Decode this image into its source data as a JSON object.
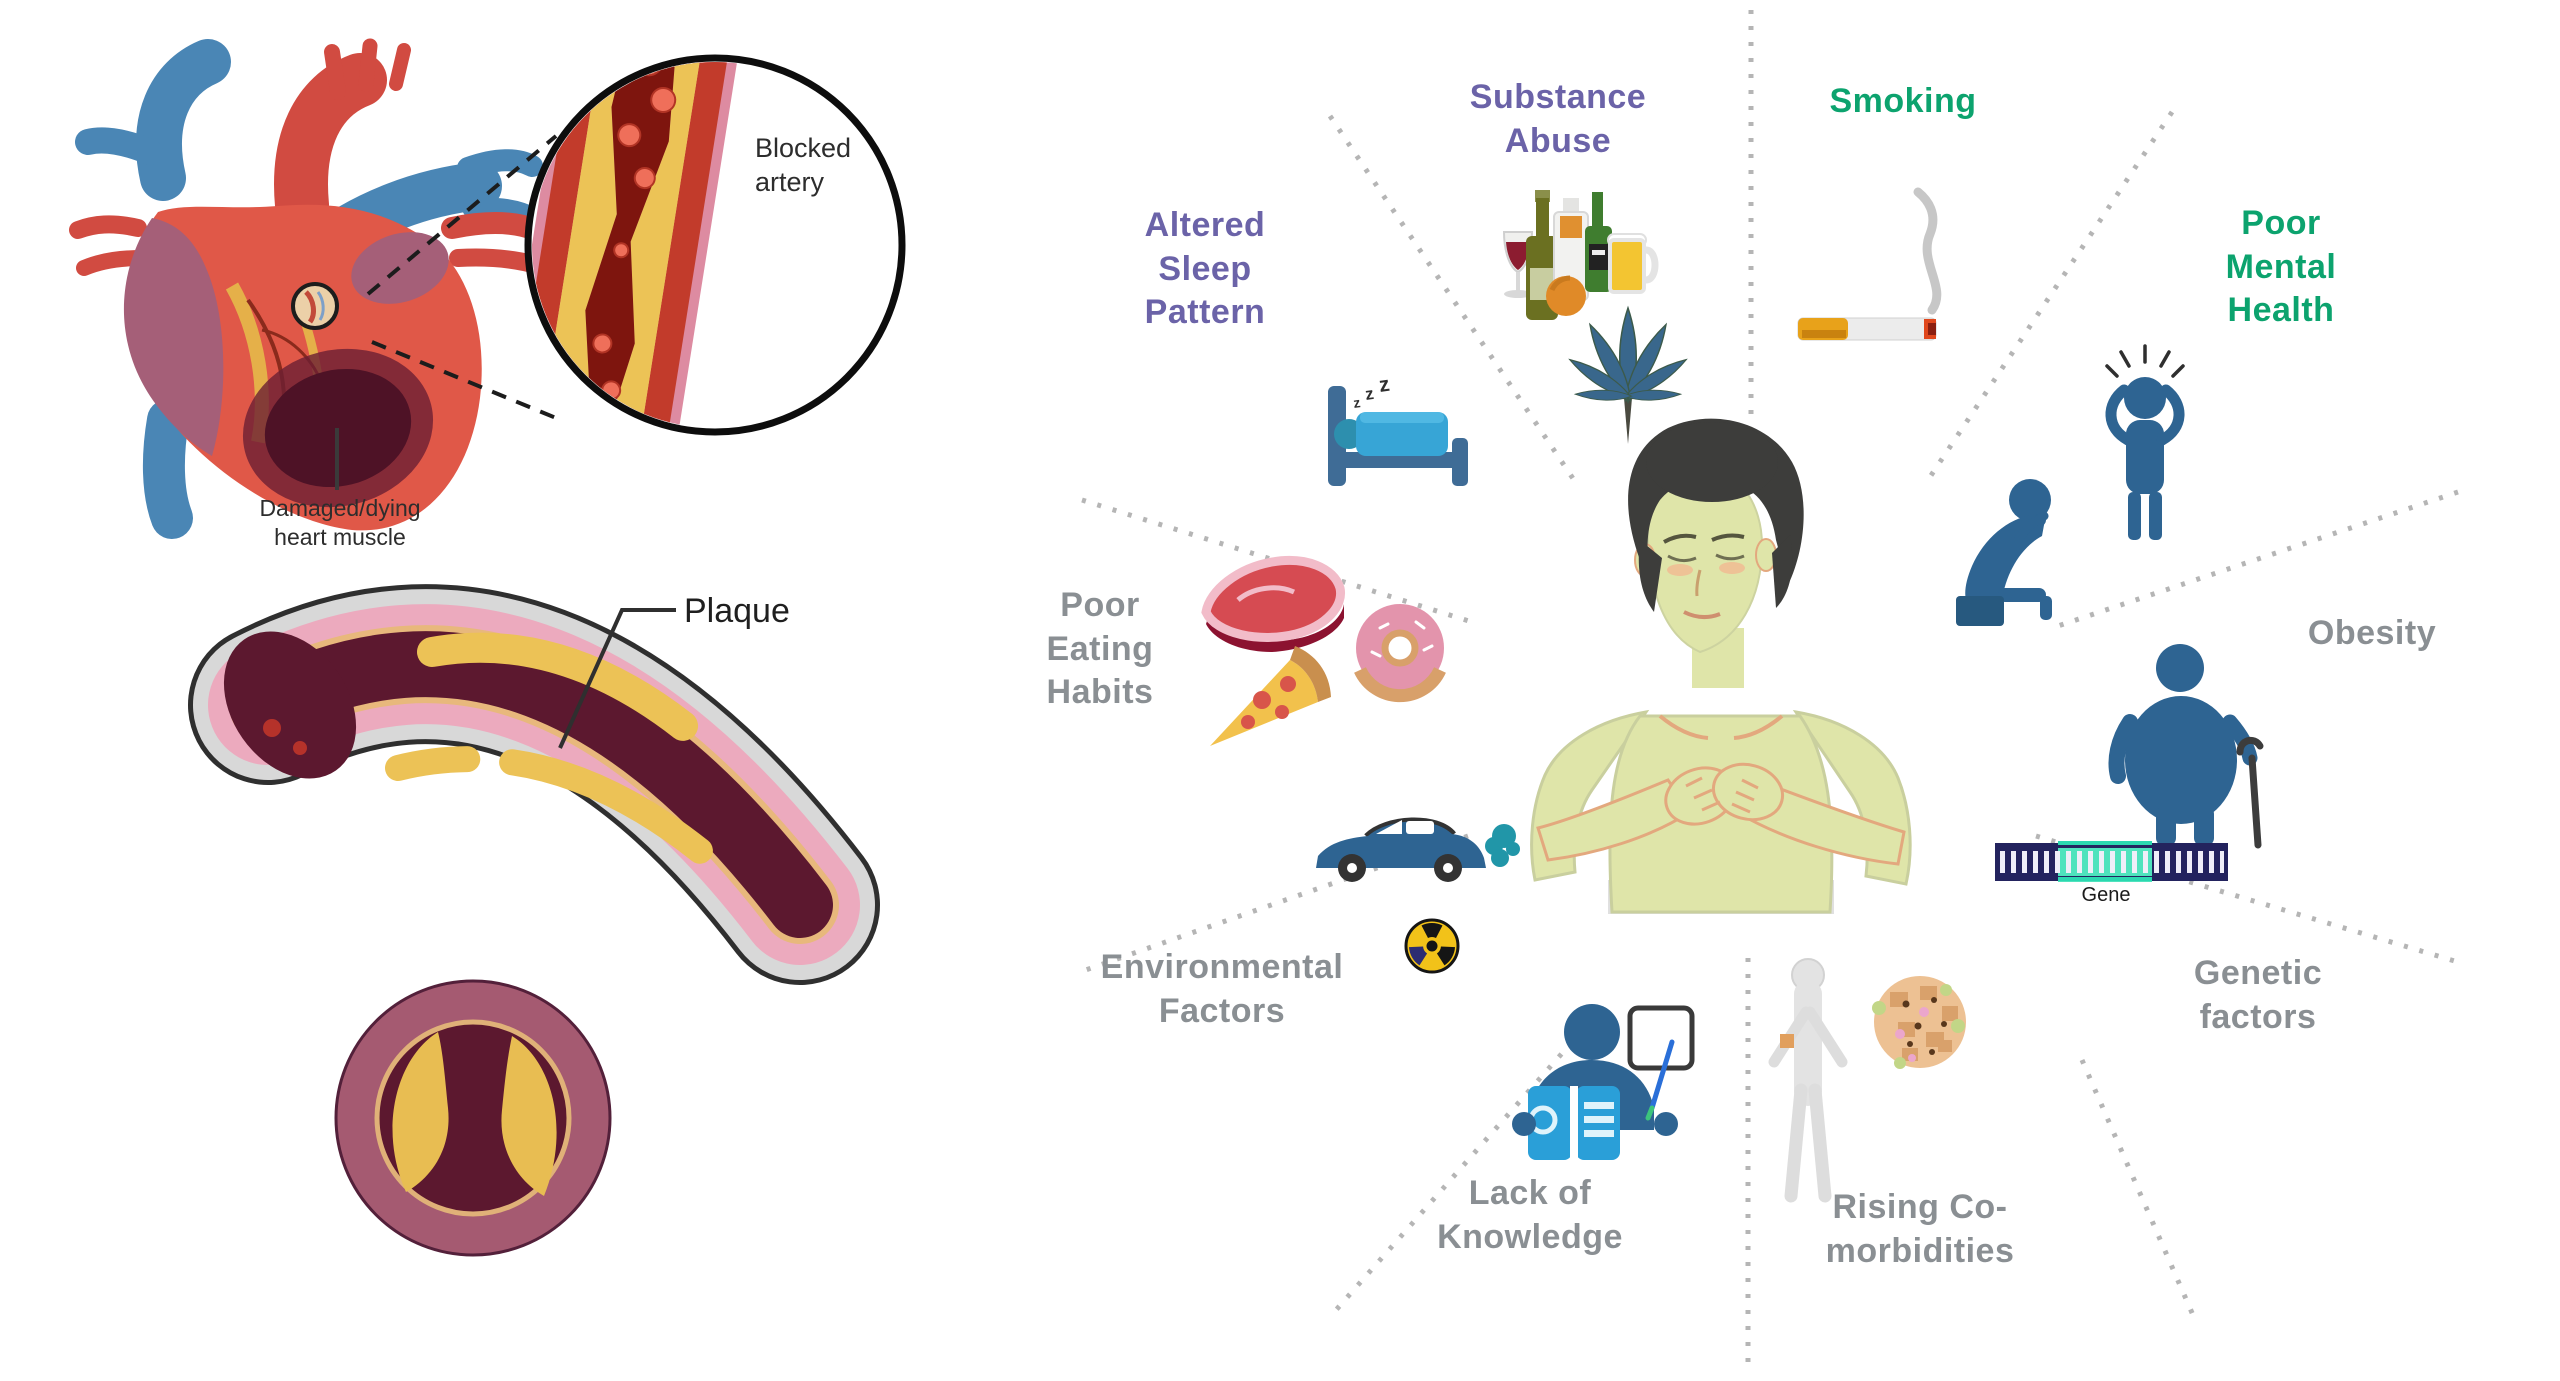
{
  "left_panel": {
    "blocked_artery_label": "Blocked artery",
    "damaged_muscle_label": "Damaged/dying heart muscle",
    "plaque_label": "Plaque"
  },
  "risk_wheel": {
    "gene_label": "Gene",
    "factors": [
      {
        "id": "substance-abuse",
        "label": "Substance Abuse",
        "color": "#6b63a8",
        "icons": [
          "alcohol-bottles-icon",
          "cannabis-leaf-icon"
        ]
      },
      {
        "id": "smoking",
        "label": "Smoking",
        "color": "#0ca36e",
        "icons": [
          "cigarette-icon"
        ]
      },
      {
        "id": "poor-mental-health",
        "label": "Poor Mental Health",
        "color": "#0ca36e",
        "icons": [
          "stressed-person-icon",
          "depressed-person-icon"
        ]
      },
      {
        "id": "obesity",
        "label": "Obesity",
        "color": "#8a8f93",
        "icons": [
          "obese-person-icon"
        ]
      },
      {
        "id": "genetic-factors",
        "label": "Genetic factors",
        "color": "#8a8f93",
        "icons": [
          "gene-dna-icon"
        ]
      },
      {
        "id": "rising-comorbidities",
        "label": "Rising Co-morbidities",
        "color": "#8a8f93",
        "icons": [
          "body-outline-icon",
          "cell-cluster-icon"
        ]
      },
      {
        "id": "lack-of-knowledge",
        "label": "Lack of Knowledge",
        "color": "#8a8f93",
        "icons": [
          "reading-person-icon",
          "whiteboard-icon"
        ]
      },
      {
        "id": "environmental-factors",
        "label": "Environmental Factors",
        "color": "#8a8f93",
        "icons": [
          "car-exhaust-icon",
          "radiation-icon"
        ]
      },
      {
        "id": "poor-eating-habits",
        "label": "Poor Eating Habits",
        "color": "#8a8f93",
        "icons": [
          "steak-icon",
          "pizza-icon",
          "donut-icon"
        ]
      },
      {
        "id": "altered-sleep-pattern",
        "label": "Altered Sleep Pattern",
        "color": "#6b63a8",
        "icons": [
          "sleep-bed-icon"
        ]
      }
    ]
  },
  "colors": {
    "factor_green": "#0ca36e",
    "factor_purple": "#6b63a8",
    "factor_gray": "#8a8f93",
    "annotation_dark": "#2d2d2d",
    "background": "#ffffff"
  }
}
